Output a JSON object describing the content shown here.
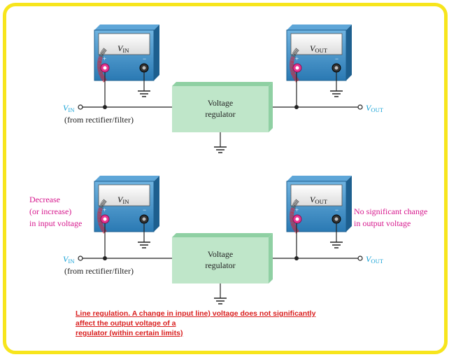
{
  "panels": [
    {
      "meter_in": "V",
      "meter_in_sub": "IN",
      "meter_out": "V",
      "meter_out_sub": "OUT",
      "vin": "V",
      "vin_sub": "IN",
      "vout": "V",
      "vout_sub": "OUT",
      "source_note": "(from rectifier/filter)",
      "regulator_line1": "Voltage",
      "regulator_line2": "regulator",
      "plus": "+",
      "minus": "−"
    },
    {
      "meter_in": "V",
      "meter_in_sub": "IN",
      "meter_out": "V",
      "meter_out_sub": "OUT",
      "vin": "V",
      "vin_sub": "IN",
      "vout": "V",
      "vout_sub": "OUT",
      "source_note": "(from rectifier/filter)",
      "regulator_line1": "Voltage",
      "regulator_line2": "regulator",
      "plus": "+",
      "minus": "−",
      "input_note": [
        "Decrease",
        "(or increase)",
        "in input voltage"
      ],
      "output_note": [
        "No significant change",
        "in output voltage"
      ]
    }
  ],
  "caption": [
    "Line regulation. A change in input line) voltage does not significantly",
    "affect the output voltage of a",
    "regulator (within certain limits)"
  ],
  "colors": {
    "border": "#f7e51c",
    "meter_body": "#3f8fc6",
    "meter_dark": "#1d5f8f",
    "regulator": "#bfe6c9",
    "regulator_side": "#8fd0a3",
    "terminal_label": "#1aa3d6",
    "annotation": "#d6168c",
    "caption": "#d91e1e"
  },
  "icons": [
    "voltmeter-icon",
    "ground-icon",
    "positive-terminal-icon",
    "negative-terminal-icon"
  ]
}
